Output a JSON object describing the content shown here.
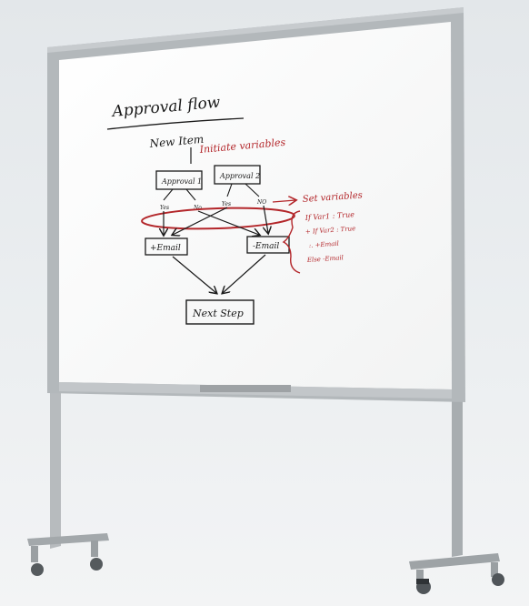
{
  "colors": {
    "ink_black": "#1a1a1a",
    "ink_red": "#b3262a",
    "frame": "#a9aeb1",
    "board": "#fbfbfb",
    "background": "#e9ecee"
  },
  "board": {
    "title": "Approval flow",
    "start_label": "New Item",
    "init_note": "Initiate variables",
    "box_approval1": "Approval 1",
    "box_approval2": "Approval 2",
    "branch_yes_left": "Yes",
    "branch_no_left": "No",
    "branch_yes_right": "Yes",
    "branch_no_right": "NO",
    "set_note": "Set variables",
    "box_plus_email": "+Email",
    "box_minus_email": "-Email",
    "box_next": "Next Step",
    "condition_lines": [
      "If Var1 : True",
      "+ If Var2 : True",
      ":. +Email",
      "Else -Email"
    ]
  },
  "icons": [
    "whiteboard-stand",
    "caster-wheel"
  ]
}
